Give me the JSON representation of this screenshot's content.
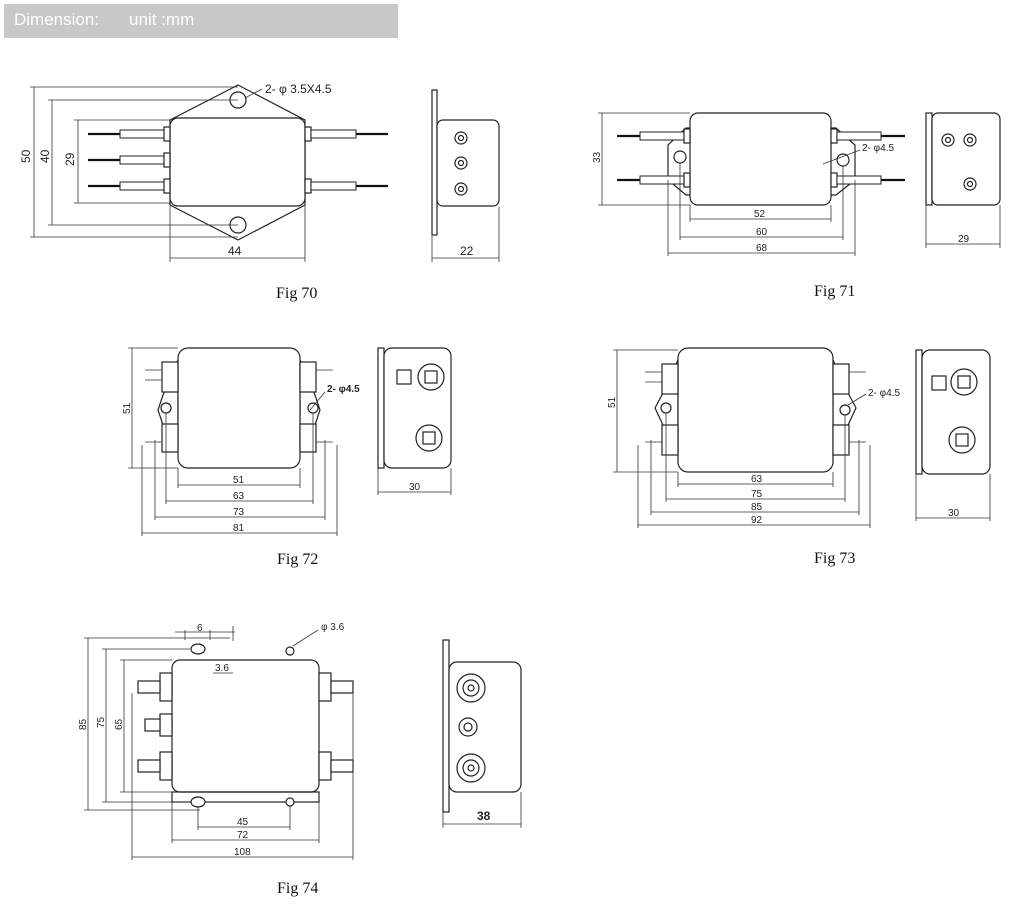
{
  "header": {
    "label": "Dimension:",
    "unit": "unit :mm",
    "background": "#c8c8c8"
  },
  "figures": [
    {
      "caption": "Fig 70",
      "hole_note": "2- φ 3.5X4.5",
      "dims": {
        "overall_height": "50",
        "height_40": "40",
        "height_29": "29",
        "width": "44",
        "side_depth": "22"
      }
    },
    {
      "caption": "Fig 71",
      "hole_note": "2- φ4.5",
      "dims": {
        "height": "33",
        "w52": "52",
        "w60": "60",
        "w68": "68",
        "side_depth": "29"
      }
    },
    {
      "caption": "Fig 72",
      "hole_note": "2- φ4.5",
      "dims": {
        "height": "51",
        "w51": "51",
        "w63": "63",
        "w73": "73",
        "w81": "81",
        "side_depth": "30"
      }
    },
    {
      "caption": "Fig 73",
      "hole_note": "2- φ4.5",
      "dims": {
        "height": "51",
        "w63": "63",
        "w75": "75",
        "w85": "85",
        "w92": "92",
        "side_depth": "30"
      }
    },
    {
      "caption": "Fig 74",
      "hole_note": "φ 3.6",
      "dims": {
        "top_6": "6",
        "inner_3_6": "3.6",
        "h85": "85",
        "h75": "75",
        "h65": "65",
        "w45": "45",
        "w72": "72",
        "w108": "108",
        "side_depth": "38"
      }
    }
  ]
}
